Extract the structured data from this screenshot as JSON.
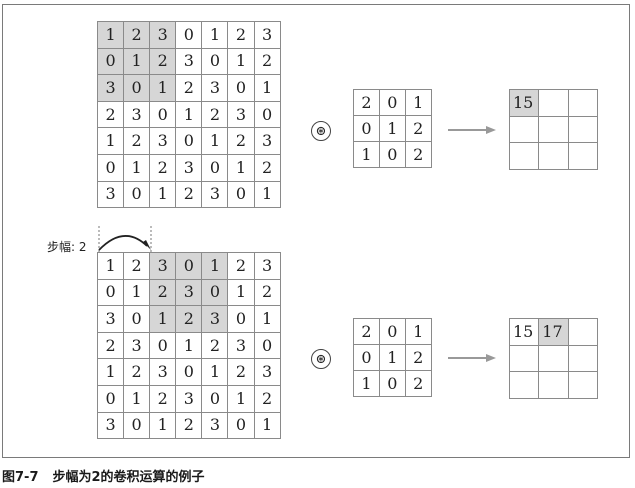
{
  "caption": {
    "figure_number": "图7-7",
    "text": "步幅为2的卷积运算的例子"
  },
  "stride_label": "步幅: 2",
  "operator_symbol": "⊛",
  "input": [
    [
      "1",
      "2",
      "3",
      "0",
      "1",
      "2",
      "3"
    ],
    [
      "0",
      "1",
      "2",
      "3",
      "0",
      "1",
      "2"
    ],
    [
      "3",
      "0",
      "1",
      "2",
      "3",
      "0",
      "1"
    ],
    [
      "2",
      "3",
      "0",
      "1",
      "2",
      "3",
      "0"
    ],
    [
      "1",
      "2",
      "3",
      "0",
      "1",
      "2",
      "3"
    ],
    [
      "0",
      "1",
      "2",
      "3",
      "0",
      "1",
      "2"
    ],
    [
      "3",
      "0",
      "1",
      "2",
      "3",
      "0",
      "1"
    ]
  ],
  "kernel": [
    [
      "2",
      "0",
      "1"
    ],
    [
      "0",
      "1",
      "2"
    ],
    [
      "1",
      "0",
      "2"
    ]
  ],
  "steps": [
    {
      "window_col": 0,
      "output": [
        [
          "15",
          "",
          ""
        ],
        [
          "",
          "",
          ""
        ],
        [
          "",
          "",
          ""
        ]
      ],
      "highlight_output": [
        0
      ]
    },
    {
      "window_col": 2,
      "output": [
        [
          "15",
          "17",
          ""
        ],
        [
          "",
          "",
          ""
        ],
        [
          "",
          "",
          ""
        ]
      ],
      "highlight_output": [
        1
      ]
    }
  ],
  "colors": {
    "highlight": "#d6d6d6",
    "border": "#8a8a8a",
    "arrow": "#999999"
  }
}
